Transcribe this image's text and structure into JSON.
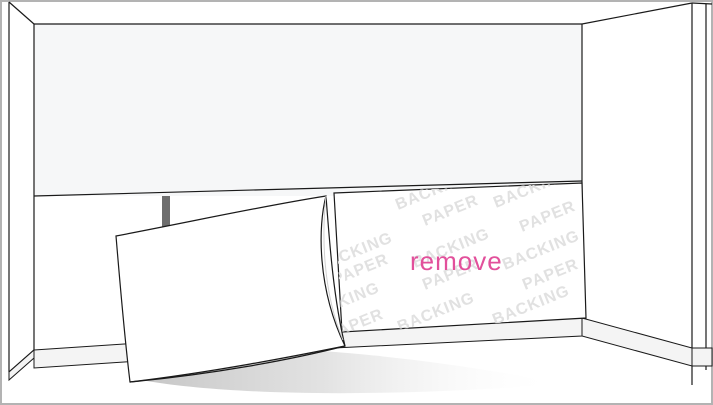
{
  "illustration": {
    "backing_paper_text": [
      "BACKING",
      "PAPER"
    ],
    "action_label": "remove",
    "colors": {
      "border": "#b3b3b3",
      "line": "#1a1a1a",
      "wall": "#f6f7f8",
      "watermark": "#e1e1e1",
      "accent": "#e2509b",
      "shadow": "#cfcfcf"
    }
  }
}
